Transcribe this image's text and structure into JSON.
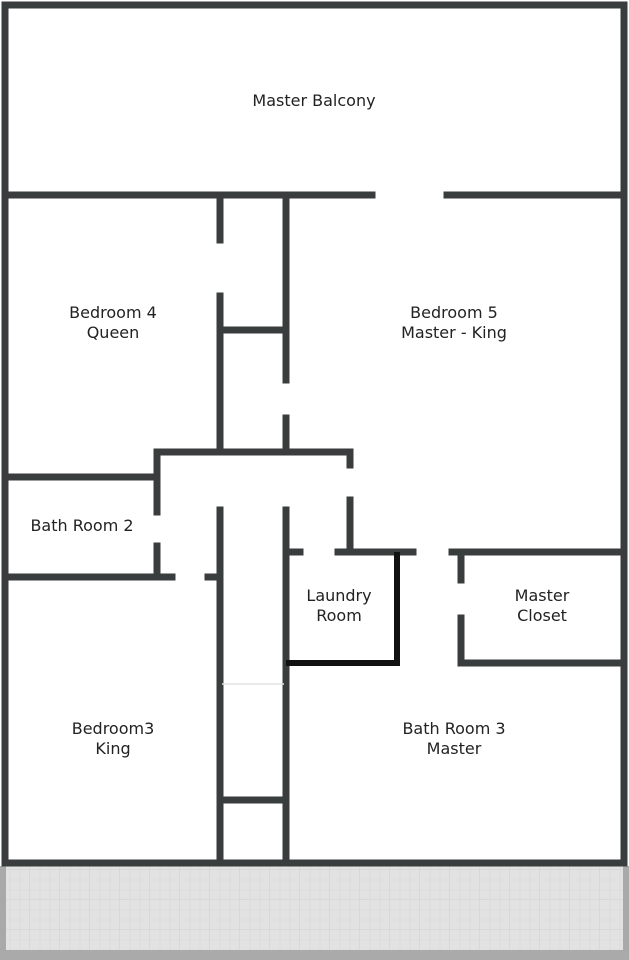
{
  "title": "Floor Plan",
  "rooms": {
    "master_balcony": {
      "line1": "Master Balcony"
    },
    "bedroom4": {
      "line1": "Bedroom 4",
      "line2": "Queen"
    },
    "bedroom5": {
      "line1": "Bedroom 5",
      "line2": "Master - King"
    },
    "bath2": {
      "line1": "Bath Room 2"
    },
    "laundry": {
      "line1": "Laundry",
      "line2": "Room"
    },
    "master_closet": {
      "line1": "Master",
      "line2": "Closet"
    },
    "bedroom3": {
      "line1": "Bedroom3",
      "line2": "King"
    },
    "bath3": {
      "line1": "Bath Room 3",
      "line2": "Master"
    }
  },
  "colors": {
    "wall": "#3a3d3d",
    "laundry_wall": "#111111",
    "grid_bg": "#e2e2e2"
  }
}
